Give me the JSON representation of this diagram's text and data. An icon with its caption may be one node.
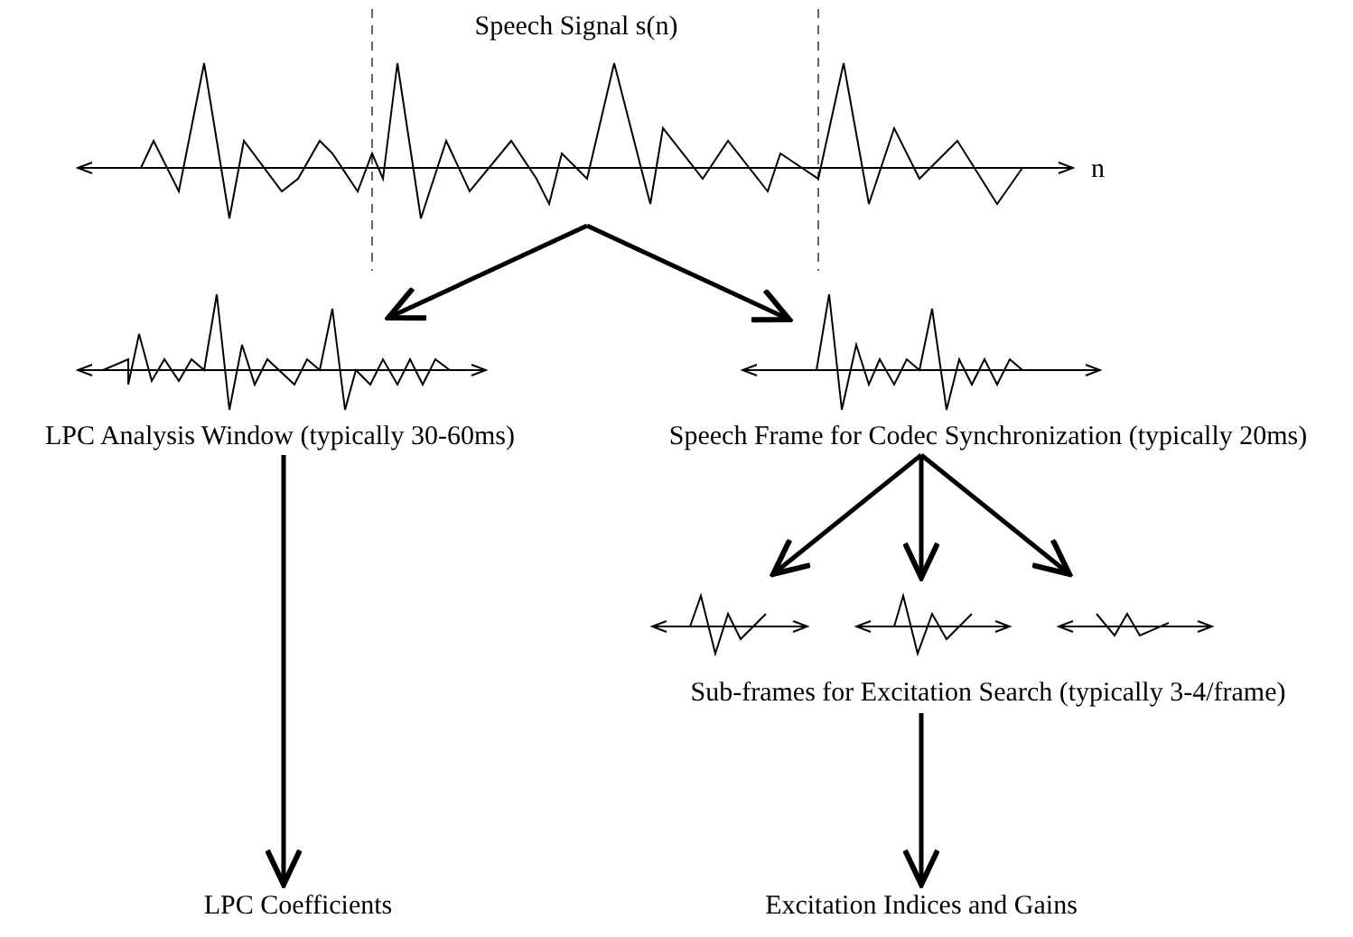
{
  "diagram": {
    "nodes": [
      {
        "text": [
          "Speech Signal s(n)"
        ],
        "beside": [
          "n"
        ]
      },
      {
        "text": [
          "LPC Analysis Window (typically 30-60ms)"
        ]
      },
      {
        "text": [
          "Speech Frame for Codec Synchronization (typically 20ms)"
        ]
      },
      {
        "text": [
          "Sub-frames for Excitation Search (typically 3-4/frame)"
        ]
      },
      {
        "text": [],
        "shape": "picture",
        "in": 3
      },
      {
        "text": [],
        "shape": "picture",
        "in": 3
      },
      {
        "text": [],
        "shape": "picture",
        "in": 3
      },
      {
        "text": [
          "LPC Coefficients"
        ]
      },
      {
        "text": [
          "Excitation Indices and Gains"
        ]
      }
    ],
    "edges": [
      {
        "from": 0,
        "to": 1,
        "arrow": "to"
      },
      {
        "from": 0,
        "to": 2,
        "arrow": "to"
      },
      {
        "from": 2,
        "to": 4,
        "arrow": "to"
      },
      {
        "from": 2,
        "to": 5,
        "arrow": "to"
      },
      {
        "from": 2,
        "to": 6,
        "arrow": "to"
      },
      {
        "from": 1,
        "to": 7,
        "arrow": "to"
      },
      {
        "from": 3,
        "to": 8,
        "arrow": "to"
      }
    ]
  }
}
